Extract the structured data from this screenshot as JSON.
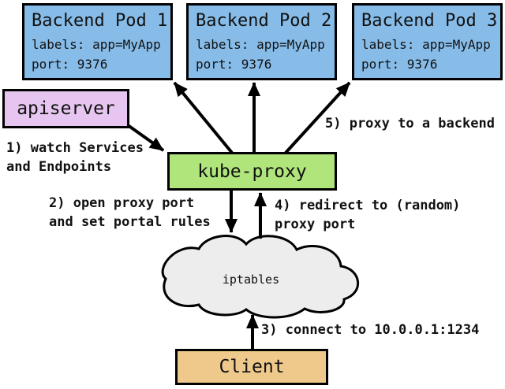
{
  "colors": {
    "pod_fill": "#87BCE8",
    "apiserver_fill": "#E6C6F0",
    "kube_proxy_fill": "#B0E57C",
    "client_fill": "#EFC98B",
    "cloud_fill": "#EDEDED",
    "line_color": "#000000"
  },
  "pods": [
    {
      "title": "Backend Pod 1",
      "labels_line": "labels: app=MyApp",
      "port_line": "port: 9376"
    },
    {
      "title": "Backend Pod 2",
      "labels_line": "labels: app=MyApp",
      "port_line": "port: 9376"
    },
    {
      "title": "Backend Pod 3",
      "labels_line": "labels: app=MyApp",
      "port_line": "port: 9376"
    }
  ],
  "nodes": {
    "apiserver": "apiserver",
    "kube_proxy": "kube-proxy",
    "iptables": "iptables",
    "client": "Client"
  },
  "steps": {
    "step1": "1) watch Services\nand Endpoints",
    "step2": "2) open proxy port\nand set portal rules",
    "step3": "3) connect to 10.0.0.1:1234",
    "step4": "4) redirect to (random)\nproxy port",
    "step5": "5) proxy to a backend"
  }
}
